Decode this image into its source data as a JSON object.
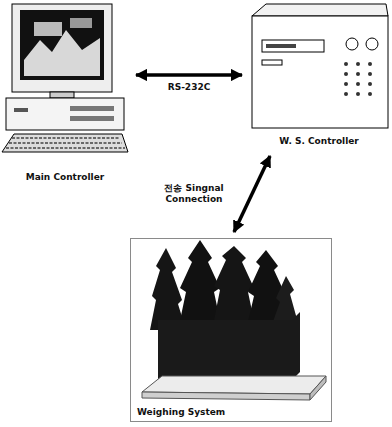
{
  "diagram": {
    "nodes": [
      {
        "text": [
          "Main Controller"
        ]
      },
      {
        "text": [
          "W. S. Controller"
        ]
      },
      {
        "text": [
          "Weighing System"
        ]
      }
    ],
    "edges": [
      {
        "from": 0,
        "to": 1,
        "arrow": "both",
        "label": "RS-232C"
      },
      {
        "from": 1,
        "to": 2,
        "arrow": "both",
        "label": "전송 Singnal Connection"
      }
    ]
  }
}
